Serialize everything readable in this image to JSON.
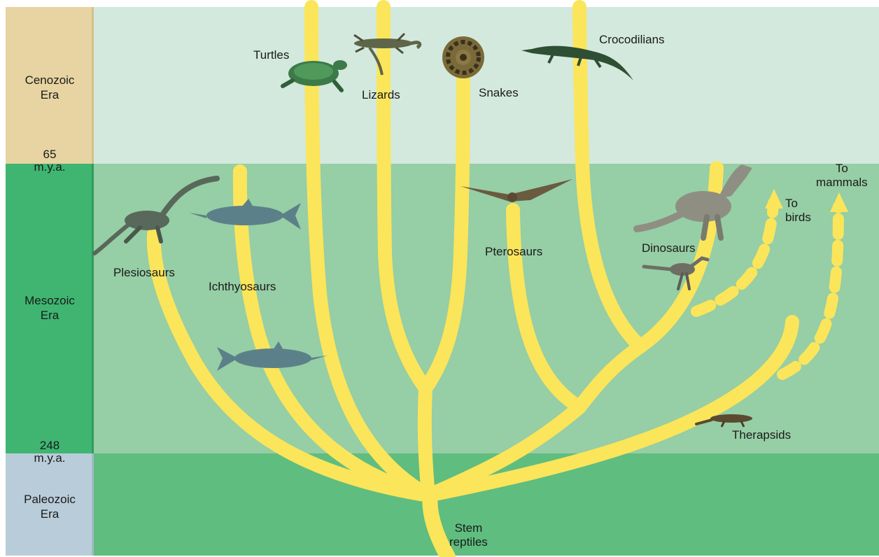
{
  "eras": {
    "cenozoic": "Cenozoic\nEra",
    "mesozoic": "Mesozoic\nEra",
    "paleozoic": "Paleozoic\nEra"
  },
  "time_markers": {
    "t65": "65\nm.y.a.",
    "t248": "248\nm.y.a."
  },
  "groups": {
    "turtles": "Turtles",
    "lizards": "Lizards",
    "snakes": "Snakes",
    "crocodilians": "Crocodilians",
    "plesiosaurs": "Plesiosaurs",
    "ichthyosaurs": "Ichthyosaurs",
    "pterosaurs": "Pterosaurs",
    "dinosaurs": "Dinosaurs",
    "therapsids": "Therapsids",
    "stem_reptiles": "Stem\nreptiles"
  },
  "arrows": {
    "to_birds": "To\nbirds",
    "to_mammals": "To\nmammals"
  },
  "colors": {
    "branch": "#fbe55a",
    "cenozoic_box": "#e7d4a2",
    "mesozoic_box": "#3fb571",
    "paleozoic_box": "#b9ccd9"
  }
}
